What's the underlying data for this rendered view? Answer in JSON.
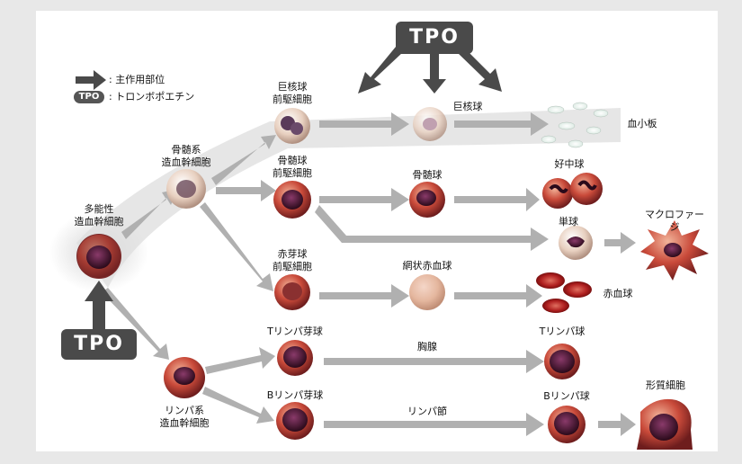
{
  "legend": {
    "arrow_text": ": 主作用部位",
    "tpo_badge": "TPO",
    "tpo_text": ": トロンボポエチン"
  },
  "tpo_top": "TPO",
  "tpo_left": "TPO",
  "labels": {
    "pluripotent": "多能性\n造血幹細胞",
    "myeloid_stem": "骨髄系\n造血幹細胞",
    "lymphoid_stem": "リンパ系\n造血幹細胞",
    "mega_pre": "巨核球\n前駆細胞",
    "megakaryocyte": "巨核球",
    "platelet": "血小板",
    "myelo_pre": "骨髄球\n前駆細胞",
    "myelocyte": "骨髄球",
    "neutrophil": "好中球",
    "monocyte": "単球",
    "macrophage": "マクロファージ",
    "erythro_pre": "赤芽球\n前駆細胞",
    "reticulocyte": "網状赤血球",
    "rbc": "赤血球",
    "t_blast": "Tリンパ芽球",
    "thymus": "胸腺",
    "t_cell": "Tリンパ球",
    "b_blast": "Bリンパ芽球",
    "lymph_node": "リンパ節",
    "b_cell": "Bリンパ球",
    "plasma": "形質細胞"
  },
  "colors": {
    "arrow": "#b0b0b0",
    "tpo_arrow": "#4a4a4a",
    "cell_red": "#c94a3a",
    "cell_dark": "#4a1a30"
  }
}
